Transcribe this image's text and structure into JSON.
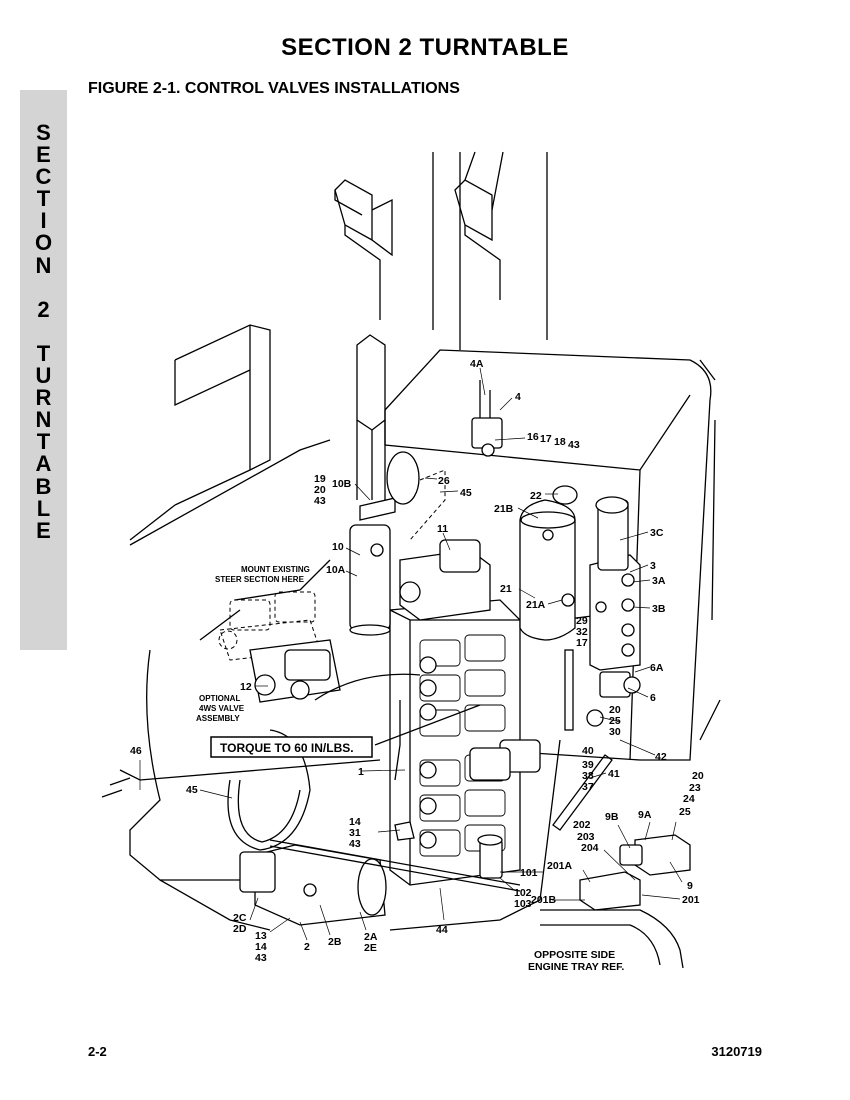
{
  "header": {
    "title": "SECTION 2   TURNTABLE",
    "figure_caption": "FIGURE 2-1.    CONTROL VALVES INSTALLATIONS"
  },
  "side_tab": {
    "letters": [
      "S",
      "E",
      "C",
      "T",
      "I",
      "O",
      "N",
      " ",
      "2",
      " ",
      "T",
      "U",
      "R",
      "N",
      "T",
      "A",
      "B",
      "L",
      "E"
    ]
  },
  "callouts": {
    "c4A": "4A",
    "c4": "4",
    "c16": "16",
    "c17": "17",
    "c18": "18",
    "c43a": "43",
    "c19": "19",
    "c20a": "20",
    "c43b": "43",
    "c10B": "10B",
    "c26": "26",
    "c45a": "45",
    "c22": "22",
    "c21B": "21B",
    "c3C": "3C",
    "c11": "11",
    "c10": "10",
    "c3": "3",
    "c3A": "3A",
    "c10A": "10A",
    "c21": "21",
    "c21A": "21A",
    "c3B": "3B",
    "c29": "29",
    "c32": "32",
    "c17b": "17",
    "c12": "12",
    "c6A": "6A",
    "c6": "6",
    "c20b": "20",
    "c25a": "25",
    "c30": "30",
    "c46": "46",
    "c40": "40",
    "c42": "42",
    "c39": "39",
    "c41": "41",
    "c38": "38",
    "c37": "37",
    "c1": "1",
    "c45b": "45",
    "c20c": "20",
    "c23": "23",
    "c24": "24",
    "c25b": "25",
    "c14a": "14",
    "c31": "31",
    "c43c": "43",
    "c202": "202",
    "c9B": "9B",
    "c9A": "9A",
    "c203": "203",
    "c204": "204",
    "c201A": "201A",
    "c101": "101",
    "c9": "9",
    "c102": "102",
    "c103": "103",
    "c201B": "201B",
    "c201": "201",
    "c2C": "2C",
    "c2D": "2D",
    "c13": "13",
    "c14b": "14",
    "c43d": "43",
    "c2": "2",
    "c2B": "2B",
    "c2A": "2A",
    "c2E": "2E",
    "c44": "44"
  },
  "notes": {
    "mount_line1": "MOUNT EXISTING",
    "mount_line2": "STEER SECTION HERE",
    "optional_line1": "OPTIONAL",
    "optional_line2": "4WS VALVE",
    "optional_line3": "ASSEMBLY",
    "torque": "TORQUE TO 60 IN/LBS.",
    "opposite_line1": "OPPOSITE SIDE",
    "opposite_line2": "ENGINE TRAY REF."
  },
  "footer": {
    "page_number": "2-2",
    "doc_number": "3120719"
  }
}
